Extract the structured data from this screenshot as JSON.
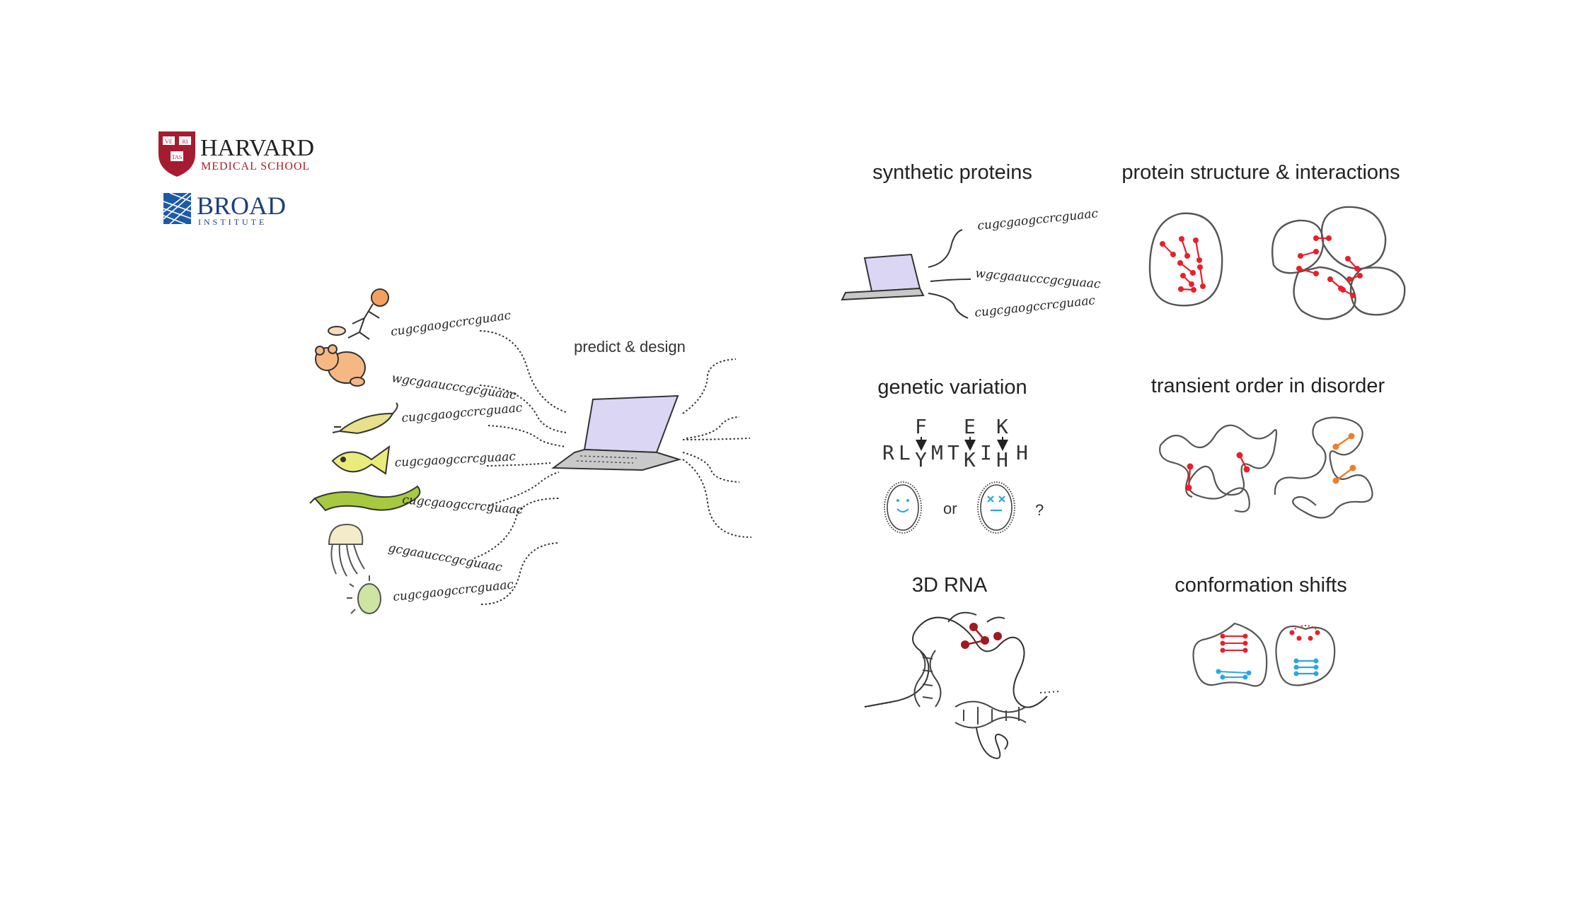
{
  "logos": {
    "harvard": {
      "line1": "HARVARD",
      "line2": "MEDICAL SCHOOL",
      "shield_letters": [
        "VE",
        "RI",
        "TAS"
      ]
    },
    "broad": {
      "line1": "BROAD",
      "line2": "INSTITUTE"
    }
  },
  "left_panel": {
    "center_label": "predict & design",
    "organism_sequences": [
      "cugcgaogccrcguaac",
      "wgcgaaucccgcguaac",
      "cugcgaogccrcguaac",
      "cugcgaogccrcguaac",
      "cugcgaogccrcguaac",
      "gcgaaucccgcguaac",
      "cugcgaogccrcguaac"
    ]
  },
  "panels": {
    "synthetic_proteins": {
      "title": "synthetic proteins",
      "sequences": [
        "cugcgaogccrcguaac",
        "wgcgaaucccgcguaac",
        "cugcgaogccrcguaac"
      ]
    },
    "protein_structure": {
      "title": "protein structure & interactions"
    },
    "genetic_variation": {
      "title": "genetic variation",
      "sequence": [
        "R",
        "L",
        "Y",
        "M",
        "T",
        "K",
        "I",
        "H",
        "H"
      ],
      "mutations_above": [
        "F",
        "E",
        "K"
      ],
      "or_label": "or",
      "question_mark": "?"
    },
    "transient_order": {
      "title": "transient order in disorder"
    },
    "rna_3d": {
      "title": "3D RNA"
    },
    "conformation_shifts": {
      "title": "conformation shifts"
    }
  },
  "colors": {
    "harvard_crimson": "#a51c30",
    "broad_blue": "#1d5aa6",
    "contact_red": "#e8202a",
    "contact_orange": "#f07d2a",
    "rna_dark_red": "#9e1b20",
    "contact_blue": "#2aa7e0",
    "laptop_screen": "#dcd6f5",
    "laptop_base": "#c9c9c9"
  }
}
